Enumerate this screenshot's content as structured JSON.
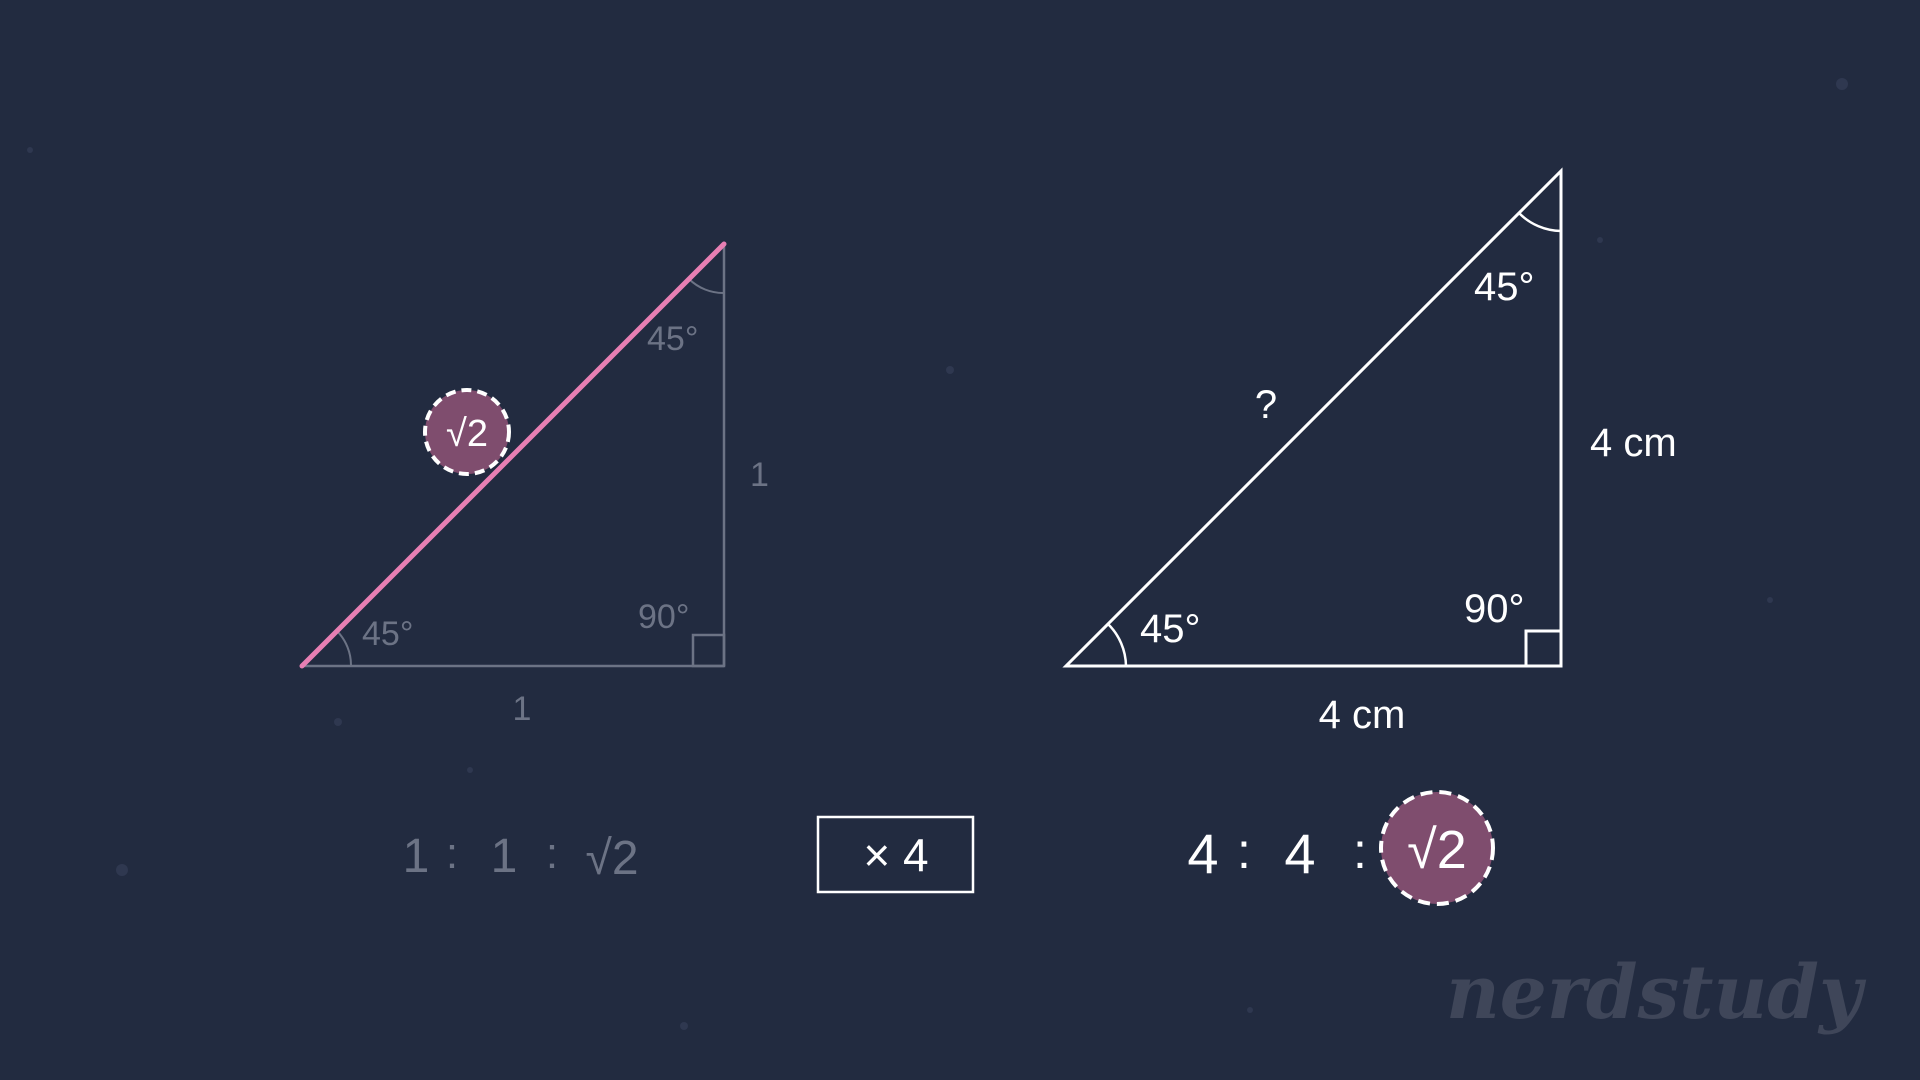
{
  "colors": {
    "background": "#222b40",
    "hypotenuse_highlight": "#e77fb3",
    "badge_fill": "#7f4d6e",
    "dim_stroke": "#6c7385",
    "bright_stroke": "#ffffff",
    "logo": "#3f4659"
  },
  "reference_triangle": {
    "angle_bottom_left": "45°",
    "angle_top": "45°",
    "angle_right": "90°",
    "side_vertical": "1",
    "side_bottom": "1",
    "hypotenuse_badge": "√2"
  },
  "target_triangle": {
    "angle_bottom_left": "45°",
    "angle_top": "45°",
    "angle_right": "90°",
    "side_vertical": "4 cm",
    "side_bottom": "4 cm",
    "hypotenuse": "?"
  },
  "ratio_reference": {
    "a": "1",
    "sep1": ":",
    "b": "1",
    "sep2": ":",
    "c": "√2"
  },
  "multiplier": {
    "label": "× 4"
  },
  "ratio_target": {
    "a": "4",
    "sep1": ":",
    "b": "4",
    "sep2": ":",
    "c": "√2"
  },
  "logo": {
    "text": "nerdstudy"
  }
}
